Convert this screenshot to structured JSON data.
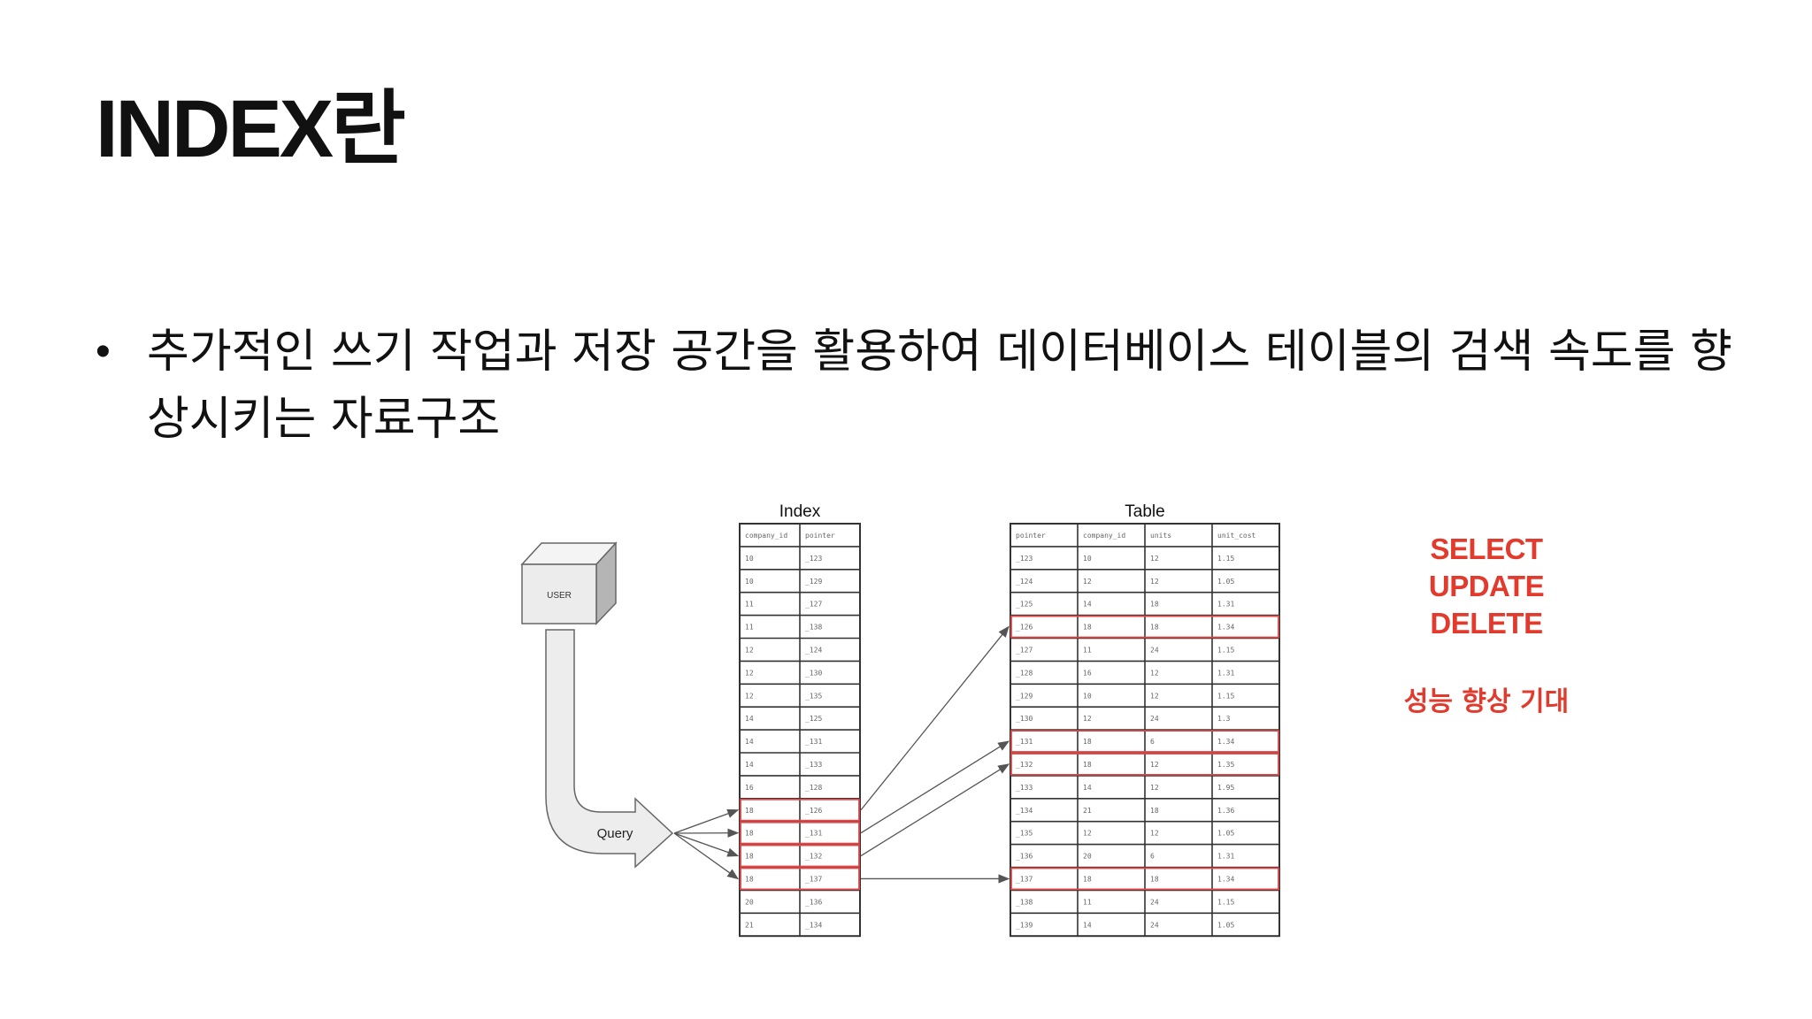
{
  "slide": {
    "title": "INDEX란",
    "bullet": "추가적인 쓰기 작업과 저장 공간을 활용하여 데이터베이스 테이블의 검색 속도를 향상시키는 자료구조"
  },
  "diagram": {
    "user_label": "USER",
    "query_label": "Query",
    "index": {
      "title": "Index",
      "headers": [
        "company_id",
        "pointer"
      ],
      "rows": [
        [
          "10",
          "_123"
        ],
        [
          "10",
          "_129"
        ],
        [
          "11",
          "_127"
        ],
        [
          "11",
          "_138"
        ],
        [
          "12",
          "_124"
        ],
        [
          "12",
          "_130"
        ],
        [
          "12",
          "_135"
        ],
        [
          "14",
          "_125"
        ],
        [
          "14",
          "_131"
        ],
        [
          "14",
          "_133"
        ],
        [
          "16",
          "_128"
        ],
        [
          "18",
          "_126"
        ],
        [
          "18",
          "_131"
        ],
        [
          "18",
          "_132"
        ],
        [
          "18",
          "_137"
        ],
        [
          "20",
          "_136"
        ],
        [
          "21",
          "_134"
        ]
      ],
      "highlight_rows": [
        11,
        12,
        13,
        14
      ]
    },
    "table": {
      "title": "Table",
      "headers": [
        "pointer",
        "company_id",
        "units",
        "unit_cost"
      ],
      "rows": [
        [
          "_123",
          "10",
          "12",
          "1.15"
        ],
        [
          "_124",
          "12",
          "12",
          "1.05"
        ],
        [
          "_125",
          "14",
          "18",
          "1.31"
        ],
        [
          "_126",
          "18",
          "18",
          "1.34"
        ],
        [
          "_127",
          "11",
          "24",
          "1.15"
        ],
        [
          "_128",
          "16",
          "12",
          "1.31"
        ],
        [
          "_129",
          "10",
          "12",
          "1.15"
        ],
        [
          "_130",
          "12",
          "24",
          "1.3"
        ],
        [
          "_131",
          "18",
          "6",
          "1.34"
        ],
        [
          "_132",
          "18",
          "12",
          "1.35"
        ],
        [
          "_133",
          "14",
          "12",
          "1.95"
        ],
        [
          "_134",
          "21",
          "18",
          "1.36"
        ],
        [
          "_135",
          "12",
          "12",
          "1.05"
        ],
        [
          "_136",
          "20",
          "6",
          "1.31"
        ],
        [
          "_137",
          "18",
          "18",
          "1.34"
        ],
        [
          "_138",
          "11",
          "24",
          "1.15"
        ],
        [
          "_139",
          "14",
          "24",
          "1.05"
        ]
      ],
      "highlight_rows": [
        3,
        8,
        9,
        14
      ]
    },
    "links": [
      [
        11,
        3
      ],
      [
        12,
        8
      ],
      [
        13,
        9
      ],
      [
        14,
        14
      ]
    ],
    "highlight_color": "#e04848"
  },
  "annotations": {
    "operations": [
      "SELECT",
      "UPDATE",
      "DELETE"
    ],
    "benefit": "성능 향상 기대",
    "color": "#e23a2c"
  }
}
